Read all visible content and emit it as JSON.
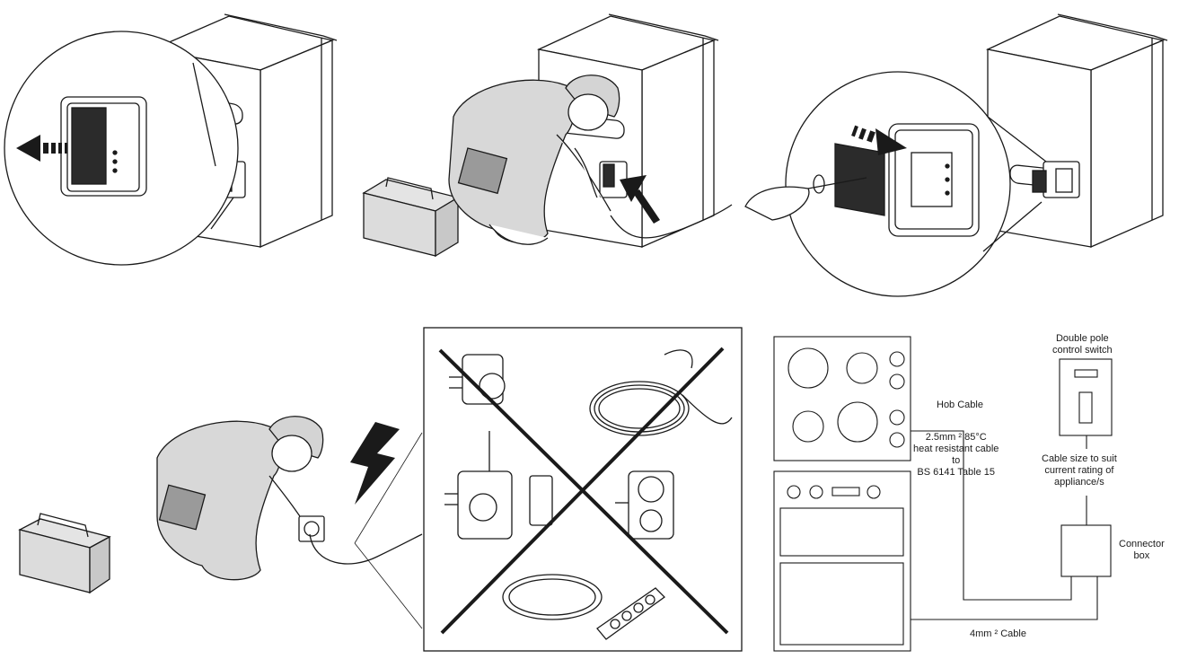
{
  "wiring_diagram": {
    "switch_label_line1": "Double pole",
    "switch_label_line2": "control switch",
    "hob_cable": "Hob Cable",
    "cable_spec_line1": "2.5mm ²  85°C",
    "cable_spec_line2": "heat resistant cable",
    "cable_spec_line3": "to",
    "cable_spec_line4": "BS 6141 Table 15",
    "cable_size_line1": "Cable size to suit",
    "cable_size_line2": "current rating of",
    "cable_size_line3": "appliance/s",
    "connector_line1": "Connector",
    "connector_line2": "box",
    "main_cable": "4mm ²  Cable"
  },
  "colors": {
    "line": "#1a1a1a",
    "panel_fill": "#ffffff",
    "module_fill": "#2b2b2b",
    "shade": "#cfcfcf"
  },
  "icons": [
    "arrow-left-icon",
    "arrow-up-icon",
    "arrow-right-icon",
    "lightning-icon",
    "cross-out-icon",
    "screwdriver-icon",
    "toolbox-icon"
  ]
}
